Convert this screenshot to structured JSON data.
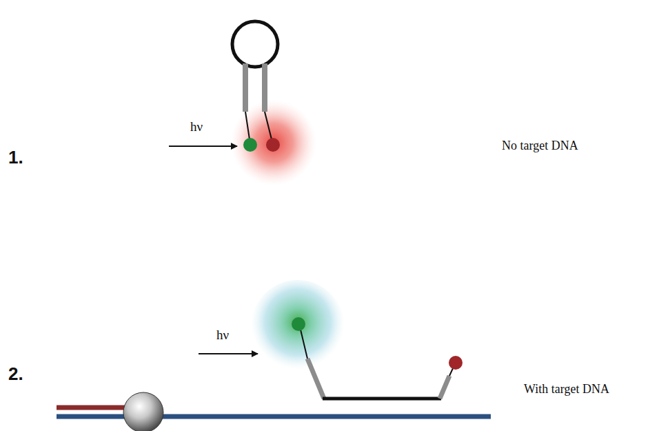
{
  "diagram": {
    "labels": [
      "hν",
      "1.",
      "No target DNA",
      "hν",
      "2.",
      "With target DNA"
    ]
  }
}
